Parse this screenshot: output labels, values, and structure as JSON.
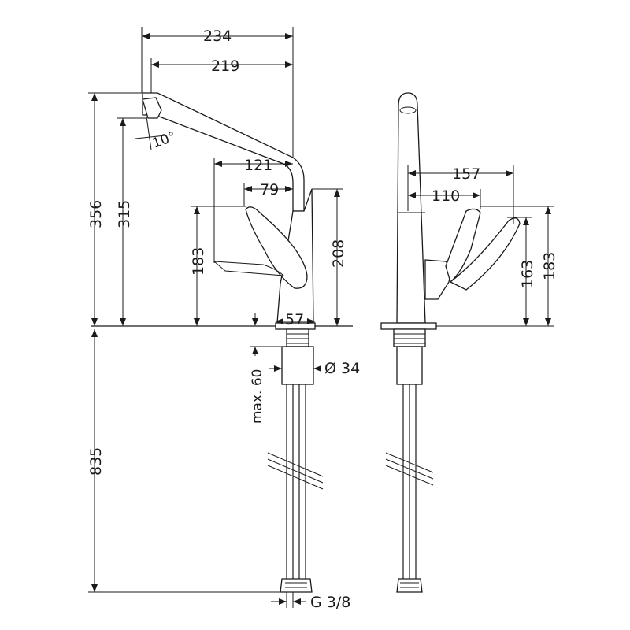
{
  "dimensions": {
    "d234": "234",
    "d219": "219",
    "d10deg": "10°",
    "d121": "121",
    "d79": "79",
    "d356": "356",
    "d315": "315",
    "d183_front": "183",
    "d208": "208",
    "d57": "57",
    "d_max60": "max. 60",
    "d_dia34": "Ø 34",
    "d835": "835",
    "d_g38": "G 3/8",
    "d157": "157",
    "d110": "110",
    "d163": "163",
    "d183_side": "183"
  }
}
